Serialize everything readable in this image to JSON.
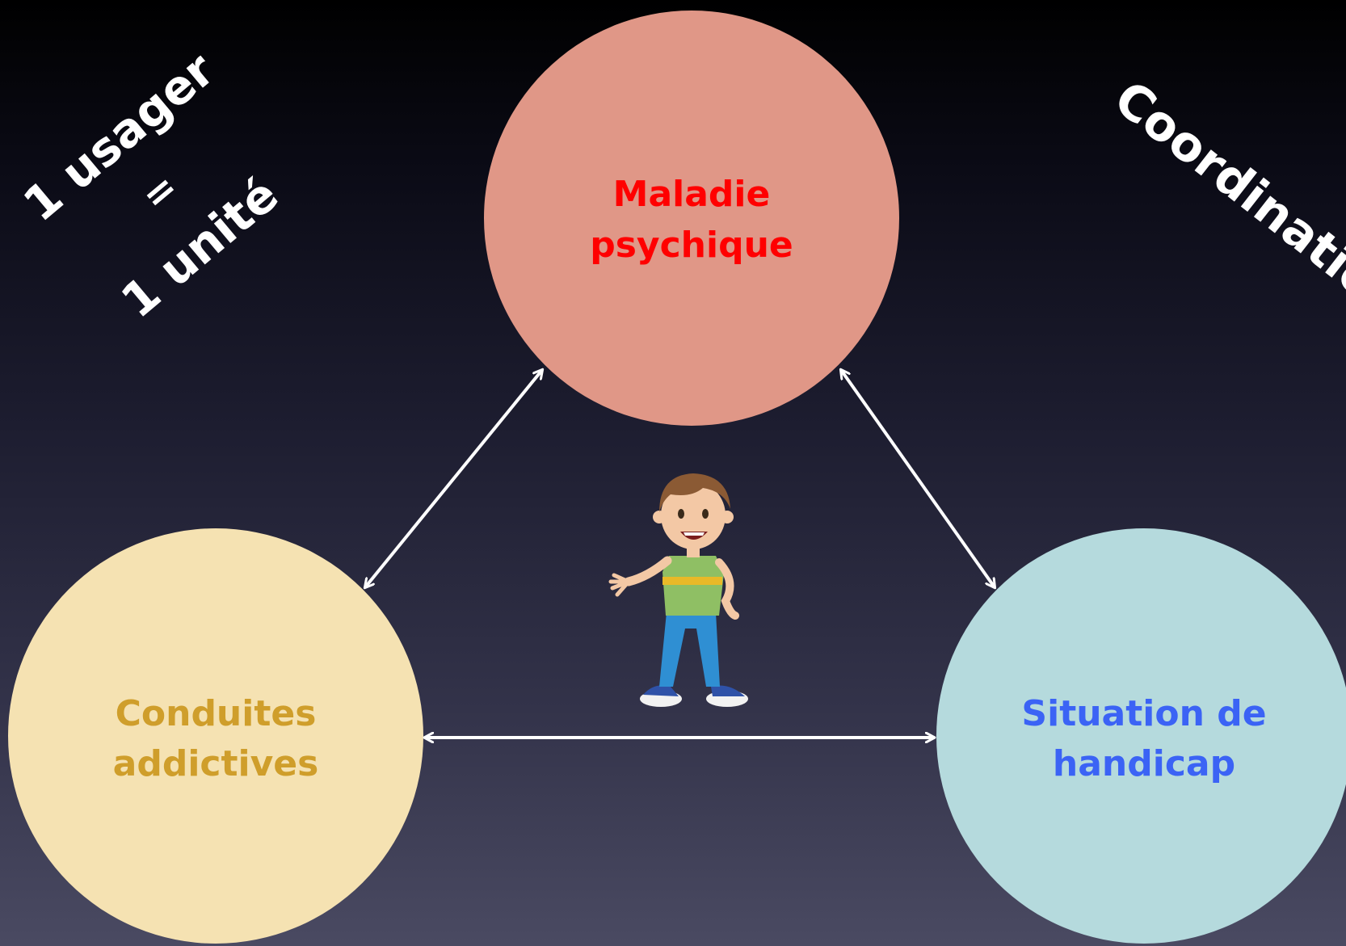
{
  "nodes": {
    "maladie": {
      "line1": "Maladie",
      "line2": "psychique",
      "fill": "#e09787",
      "text_color": "#ff0000"
    },
    "conduites": {
      "line1": "Conduites",
      "line2": "addictives",
      "fill": "#f5e2b2",
      "text_color": "#cf9e2b"
    },
    "situation": {
      "line1": "Situation de",
      "line2": "handicap",
      "fill": "#b5dadd",
      "text_color": "#3b63f5"
    }
  },
  "side_notes": {
    "left": {
      "line1": "1 usager",
      "line2": "=",
      "line3": "1 unité"
    },
    "right": {
      "text": "Coordinatio"
    }
  },
  "connections": [
    {
      "from": "Maladie psychique",
      "to": "Conduites addictives",
      "direction": "bidirectional"
    },
    {
      "from": "Maladie psychique",
      "to": "Situation de handicap",
      "direction": "bidirectional"
    },
    {
      "from": "Conduites addictives",
      "to": "Situation de handicap",
      "direction": "bidirectional"
    }
  ],
  "colors": {
    "arrow": "#ffffff",
    "background_top": "#000000",
    "background_bottom": "#4a4a62"
  },
  "illustration": {
    "icon": "boy-waving-icon"
  }
}
